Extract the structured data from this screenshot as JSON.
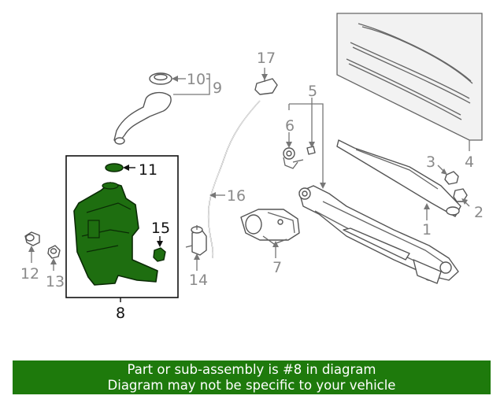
{
  "diagram": {
    "callouts": {
      "c1": "1",
      "c2": "2",
      "c3": "3",
      "c4": "4",
      "c5": "5",
      "c6": "6",
      "c7": "7",
      "c8": "8",
      "c9": "9",
      "c10": "10",
      "c11": "11",
      "c12": "12",
      "c13": "13",
      "c14": "14",
      "c15": "15",
      "c16": "16",
      "c17": "17"
    },
    "highlight_part": "8",
    "colors": {
      "highlight_fill": "#1e6e10",
      "highlight_stroke": "#0a2a05",
      "banner": "#1e7a0c",
      "line": "#555555"
    }
  },
  "banner": {
    "line1": "Part or sub-assembly is #8 in diagram",
    "line2": "Diagram may not be specific to your vehicle"
  }
}
